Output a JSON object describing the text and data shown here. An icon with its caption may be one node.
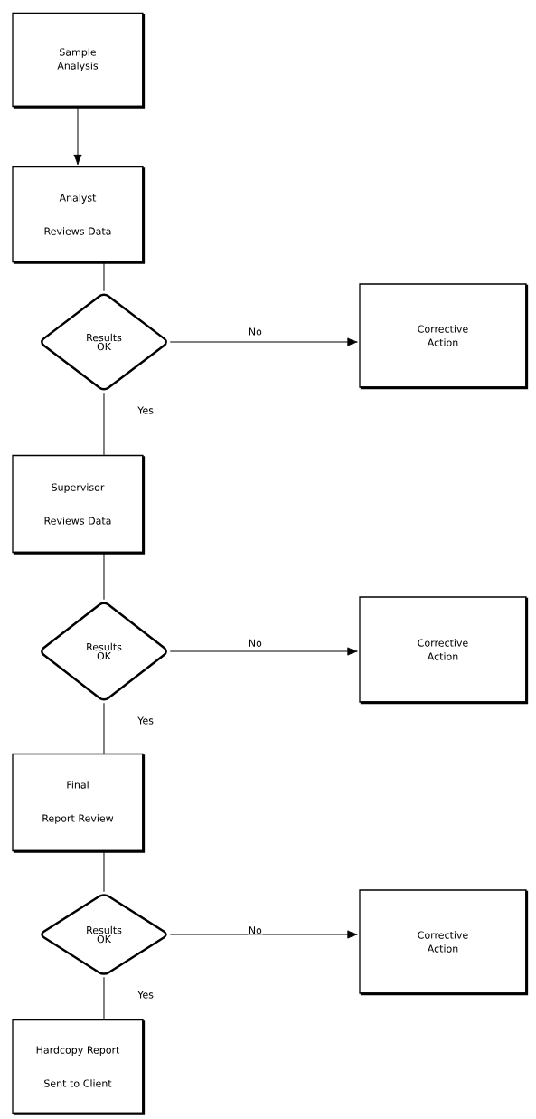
{
  "diagram": {
    "nodes": [
      {
        "text": [
          "Sample Analysis"
        ]
      },
      {
        "text": [
          "Analyst",
          "Reviews Data"
        ]
      },
      {
        "text": [
          "Results OK"
        ]
      },
      {
        "text": [
          "Corrective Action"
        ]
      },
      {
        "text": [
          "Supervisor",
          "Reviews Data"
        ]
      },
      {
        "text": [
          "Results OK"
        ]
      },
      {
        "text": [
          "Corrective Action"
        ]
      },
      {
        "text": [
          "Final",
          "Report Review"
        ]
      },
      {
        "text": [
          "Results OK"
        ]
      },
      {
        "text": [
          "Corrective Action"
        ]
      },
      {
        "text": [
          "Hardcopy Report",
          "Sent to Client"
        ]
      }
    ],
    "edges": [
      {
        "from": 0,
        "to": 1,
        "arrow": "to"
      },
      {
        "from": 1,
        "to": 2,
        "arrow": "none"
      },
      {
        "from": 2,
        "to": 3,
        "arrow": "to",
        "label": "No"
      },
      {
        "from": 2,
        "to": 4,
        "arrow": "none",
        "label": "Yes"
      },
      {
        "from": 4,
        "to": 5,
        "arrow": "none"
      },
      {
        "from": 5,
        "to": 6,
        "arrow": "to",
        "label": "No"
      },
      {
        "from": 5,
        "to": 7,
        "arrow": "none",
        "label": "Yes"
      },
      {
        "from": 7,
        "to": 8,
        "arrow": "none"
      },
      {
        "from": 8,
        "to": 9,
        "arrow": "to",
        "label": "No"
      },
      {
        "from": 8,
        "to": 10,
        "arrow": "none",
        "label": "Yes"
      }
    ]
  }
}
